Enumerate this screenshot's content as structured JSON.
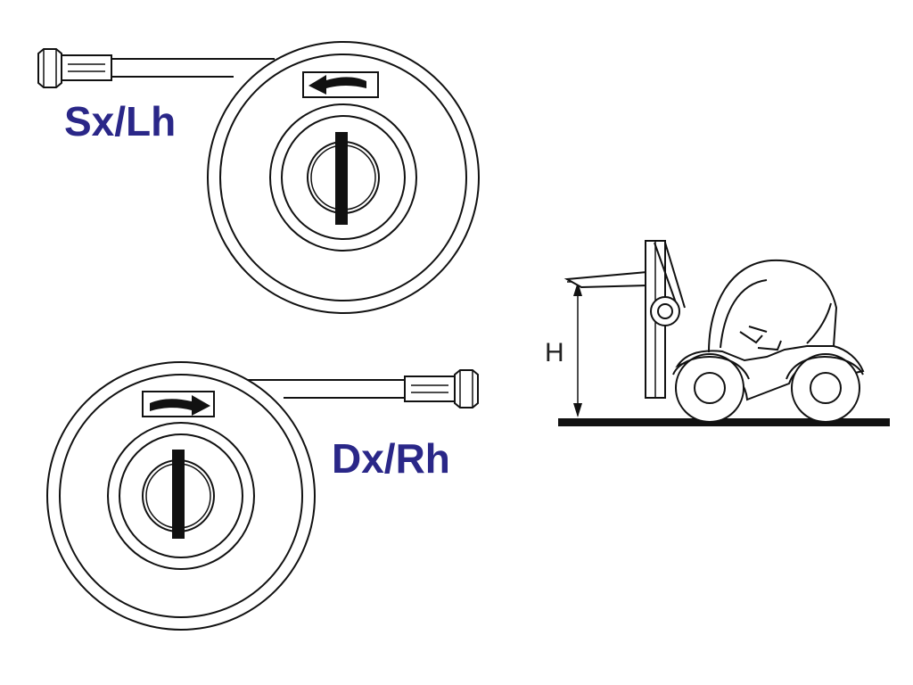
{
  "labels": {
    "left_reel": "Sx/Lh",
    "right_reel": "Dx/Rh",
    "height_marker": "H"
  },
  "colors": {
    "label_text": "#2a2788",
    "line_art": "#111111",
    "background": "#ffffff"
  },
  "icons": {
    "left_reel_arrow": "arrow-counterclockwise-icon",
    "right_reel_arrow": "arrow-clockwise-icon",
    "vehicle": "forklift-icon"
  }
}
